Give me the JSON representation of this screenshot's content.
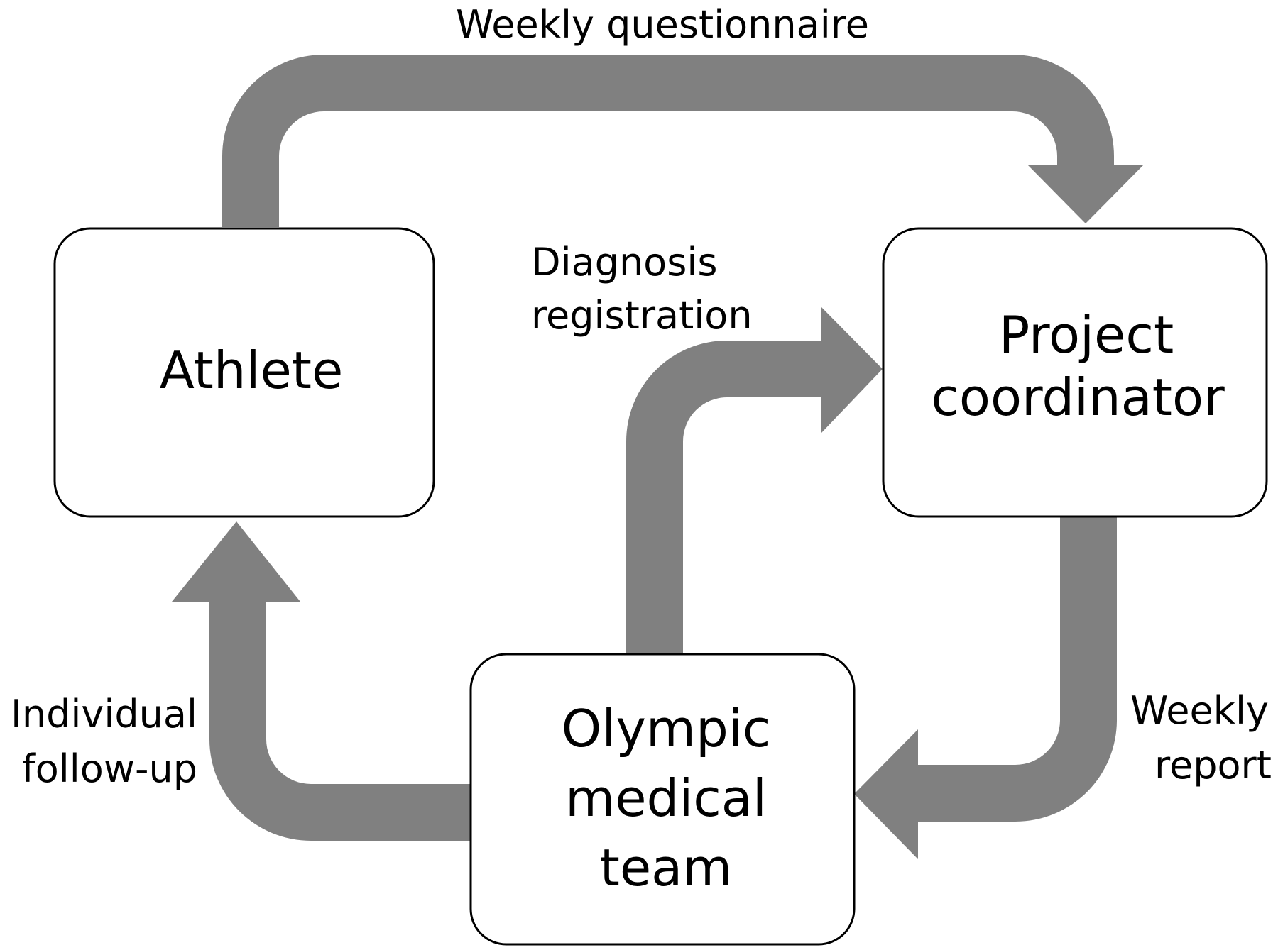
{
  "colors": {
    "arrow_fill": "#808080",
    "box_fill": "#ffffff",
    "box_stroke": "#000000",
    "text": "#000000"
  },
  "nodes": {
    "athlete": {
      "label": "Athlete"
    },
    "project_coordinator": {
      "line1": "Project",
      "line2": "coordinator"
    },
    "olympic_medical_team": {
      "line1": "Olympic",
      "line2": "medical",
      "line3": "team"
    }
  },
  "flows": {
    "weekly_questionnaire": {
      "label": "Weekly questionnaire"
    },
    "diagnosis_registration": {
      "line1": "Diagnosis",
      "line2": "registration"
    },
    "weekly_report": {
      "line1": "Weekly",
      "line2": "report"
    },
    "individual_follow_up": {
      "line1": "Individual",
      "line2": "follow-up"
    }
  }
}
